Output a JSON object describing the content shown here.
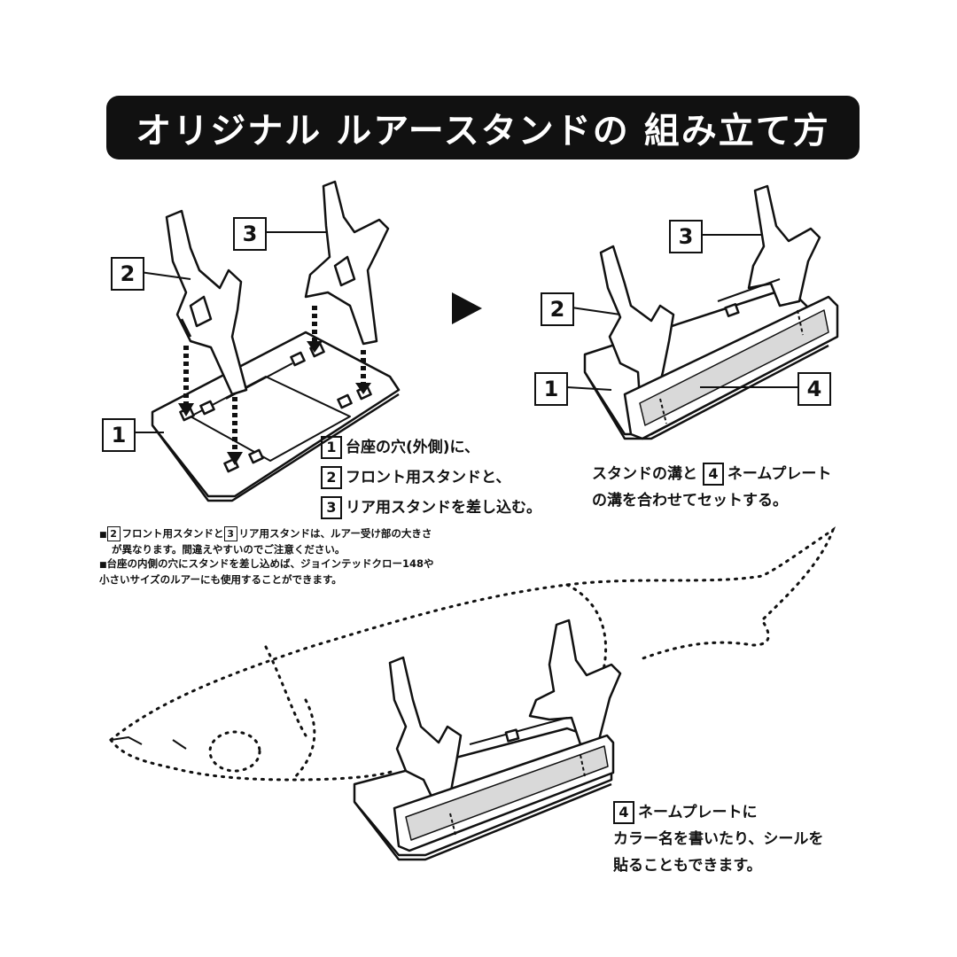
{
  "title": "オリジナル ルアースタンドの 組み立て方",
  "labels": {
    "one": "1",
    "two": "2",
    "three": "3",
    "four": "4"
  },
  "steps_left": [
    {
      "num": "1",
      "text": "台座の穴(外側)に、"
    },
    {
      "num": "2",
      "text": "フロント用スタンドと、"
    },
    {
      "num": "3",
      "text": "リア用スタンドを差し込む。"
    }
  ],
  "steps_right": {
    "line1_a": "スタンドの溝と",
    "line1_num": "4",
    "line1_b": "ネームプレート",
    "line2": "の溝を合わせてセットする。"
  },
  "notes": {
    "n1_a": "フロント用スタンドと",
    "n1_num1": "2",
    "n1_num2": "3",
    "n1_b": "リア用スタンドは、ルアー受け部の大きさ",
    "n1_c": "が異なります。間違えやすいのでご注意ください。",
    "n2_a": "台座の内側の穴にスタンドを差し込めば、ジョインテッドクロー148や",
    "n2_b": "小さいサイズのルアーにも使用することができます。"
  },
  "bottom_text": {
    "num": "4",
    "line1": "ネームプレートに",
    "line2": "カラー名を書いたり、シールを",
    "line3": "貼ることもできます。"
  },
  "colors": {
    "ink": "#111111",
    "plate_fill": "#d9d9d9",
    "background": "#ffffff"
  }
}
